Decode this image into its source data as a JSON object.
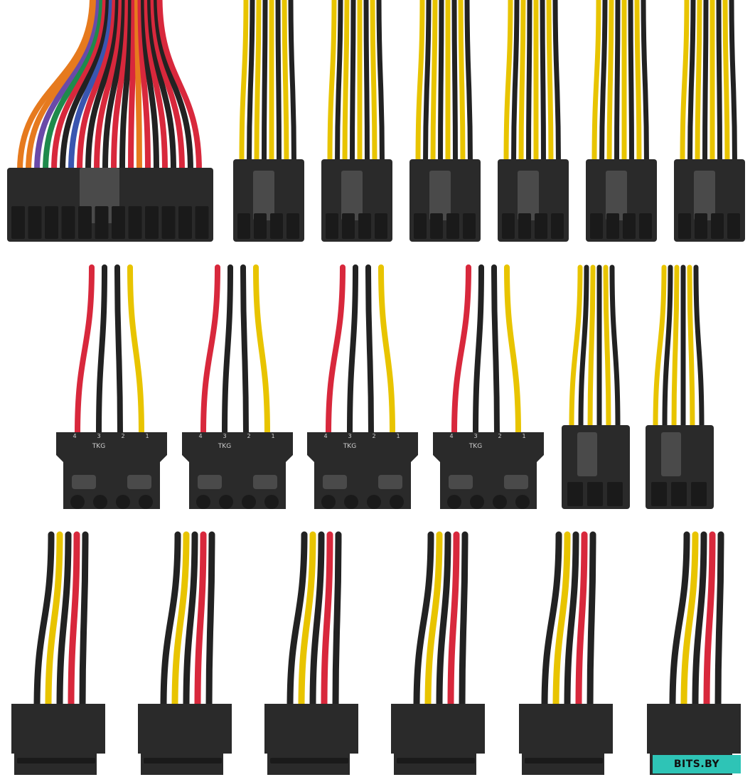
{
  "colors": {
    "background": "#ffffff",
    "connector": "#2a2a2a",
    "connector_shade": "#1a1a1a",
    "connector_highlight": "#4a4a4a",
    "wire_black": "#222222",
    "wire_yellow": "#e8c400",
    "wire_red": "#d8283c",
    "wire_orange": "#e67a1e",
    "wire_purple": "#6a4aa8",
    "wire_green": "#1f8a4c",
    "wire_blue": "#3a56b0",
    "watermark_bg": "#2ec4b6"
  },
  "connectors": {
    "atx_24pin": {
      "count": 1,
      "icon": "atx-24pin-connector"
    },
    "cpu_pcie_8pin": {
      "count": 6,
      "icon": "8pin-connector"
    },
    "molex": {
      "count": 4,
      "icon": "molex-connector",
      "label": "TKG",
      "pin_numbers": [
        "4",
        "3",
        "2",
        "1"
      ]
    },
    "pcie_6pin": {
      "count": 2,
      "icon": "6pin-connector"
    },
    "sata": {
      "count": 6,
      "icon": "sata-connector"
    }
  },
  "watermark": {
    "text": "BITS.BY"
  }
}
